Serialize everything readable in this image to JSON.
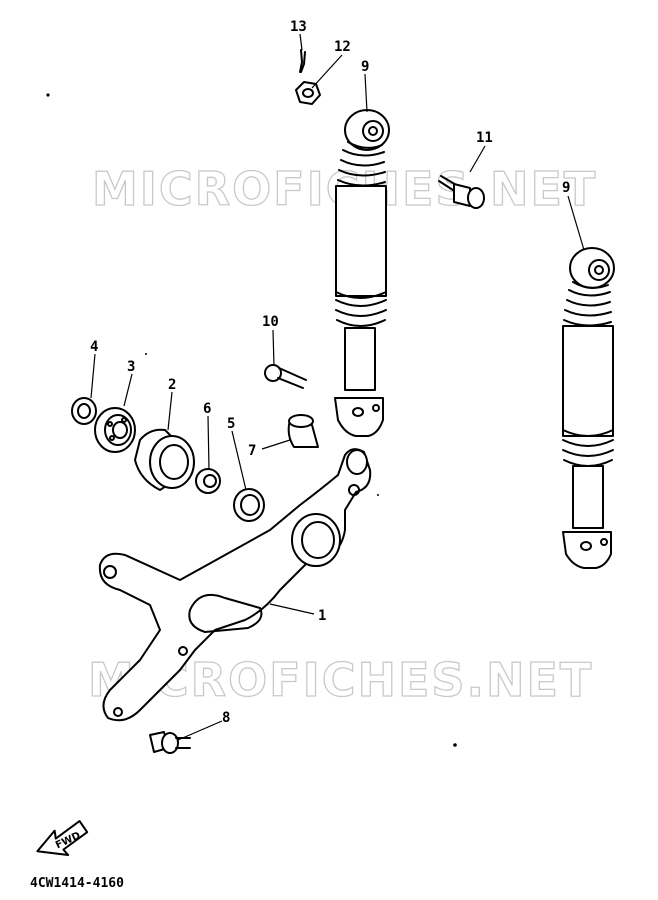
{
  "watermark": "MICROFICHES.NET",
  "diagram_code": "4CW1414-4160",
  "fwd_label": "FWD",
  "callouts": [
    {
      "id": "13",
      "label": "13"
    },
    {
      "id": "12",
      "label": "12"
    },
    {
      "id": "9a",
      "label": "9"
    },
    {
      "id": "11",
      "label": "11"
    },
    {
      "id": "9b",
      "label": "9"
    },
    {
      "id": "10",
      "label": "10"
    },
    {
      "id": "4",
      "label": "4"
    },
    {
      "id": "3",
      "label": "3"
    },
    {
      "id": "2",
      "label": "2"
    },
    {
      "id": "6",
      "label": "6"
    },
    {
      "id": "5",
      "label": "5"
    },
    {
      "id": "7",
      "label": "7"
    },
    {
      "id": "1",
      "label": "1"
    },
    {
      "id": "8",
      "label": "8"
    }
  ]
}
